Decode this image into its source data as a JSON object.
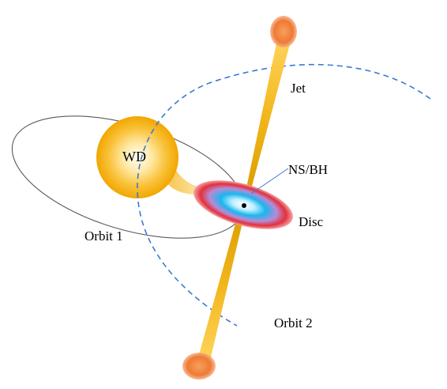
{
  "labels": {
    "jet": "Jet",
    "wd": "WD",
    "ns_bh": "NS/BH",
    "disc": "Disc",
    "orbit1": "Orbit 1",
    "orbit2": "Orbit 2"
  },
  "colors": {
    "jet_gold": "#e5a400",
    "jet_light": "#ffe07a",
    "jet_blob": "#ef7a3a",
    "wd_core": "#fff6dc",
    "wd_outer": "#f3aa00",
    "disc_outer": "#e8262f",
    "disc_mid": "#b98cd9",
    "disc_inner": "#19b4ec",
    "orbit1_line": "#5a5a5a",
    "orbit2_line": "#3a79d4"
  }
}
